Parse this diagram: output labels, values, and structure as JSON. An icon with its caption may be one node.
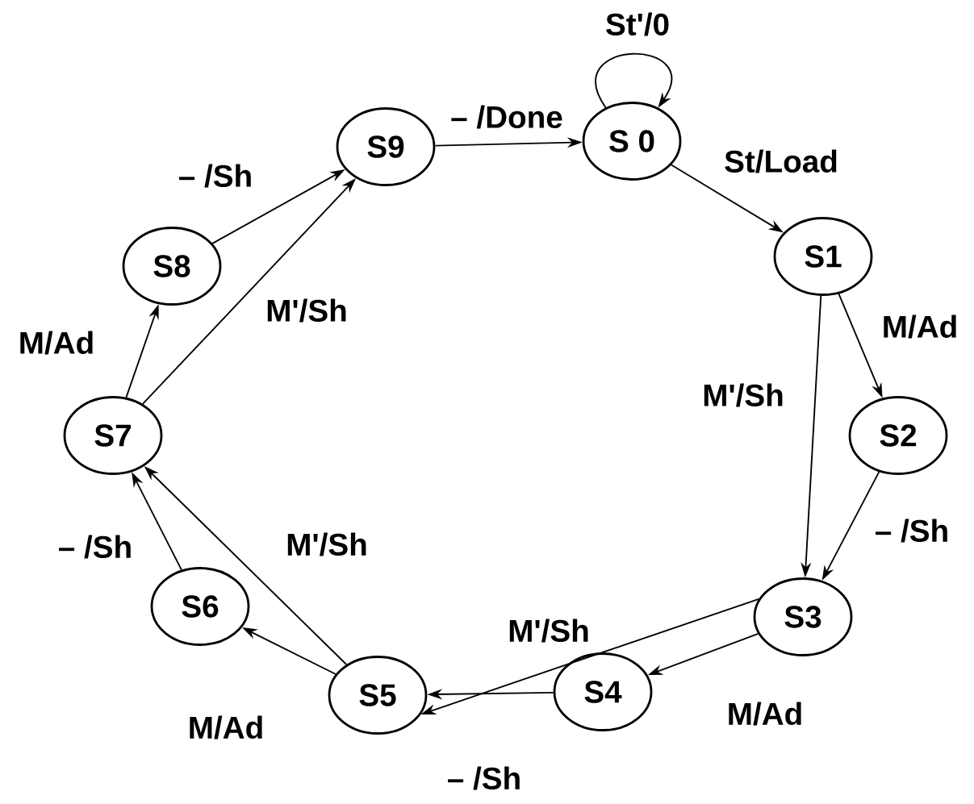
{
  "diagram": {
    "nodes": [
      {
        "text": [
          "S 0"
        ]
      },
      {
        "text": [
          "S1"
        ]
      },
      {
        "text": [
          "S2"
        ]
      },
      {
        "text": [
          "S3"
        ]
      },
      {
        "text": [
          "S4"
        ]
      },
      {
        "text": [
          "S5"
        ]
      },
      {
        "text": [
          "S6"
        ]
      },
      {
        "text": [
          "S7"
        ]
      },
      {
        "text": [
          "S8"
        ]
      },
      {
        "text": [
          "S9"
        ]
      }
    ],
    "edges": [
      {
        "from": 0,
        "to": 0,
        "arrow": "to",
        "label": "St'/0"
      },
      {
        "from": 0,
        "to": 1,
        "arrow": "to",
        "label": "St/Load"
      },
      {
        "from": 1,
        "to": 2,
        "arrow": "to",
        "label": "M/Ad"
      },
      {
        "from": 1,
        "to": 3,
        "arrow": "to",
        "label": "M'/Sh"
      },
      {
        "from": 2,
        "to": 3,
        "arrow": "to",
        "label": "– /Sh"
      },
      {
        "from": 3,
        "to": 4,
        "arrow": "to",
        "label": "M/Ad"
      },
      {
        "from": 3,
        "to": 5,
        "arrow": "to",
        "label": "M'/Sh"
      },
      {
        "from": 4,
        "to": 5,
        "arrow": "to",
        "label": "– /Sh"
      },
      {
        "from": 5,
        "to": 6,
        "arrow": "to",
        "label": "M/Ad"
      },
      {
        "from": 5,
        "to": 7,
        "arrow": "to",
        "label": "M'/Sh"
      },
      {
        "from": 6,
        "to": 7,
        "arrow": "to",
        "label": "– /Sh"
      },
      {
        "from": 7,
        "to": 8,
        "arrow": "to",
        "label": "M/Ad"
      },
      {
        "from": 7,
        "to": 9,
        "arrow": "to",
        "label": "M'/Sh"
      },
      {
        "from": 8,
        "to": 9,
        "arrow": "to",
        "label": "– /Sh"
      },
      {
        "from": 9,
        "to": 0,
        "arrow": "to",
        "label": "– /Done"
      }
    ]
  }
}
